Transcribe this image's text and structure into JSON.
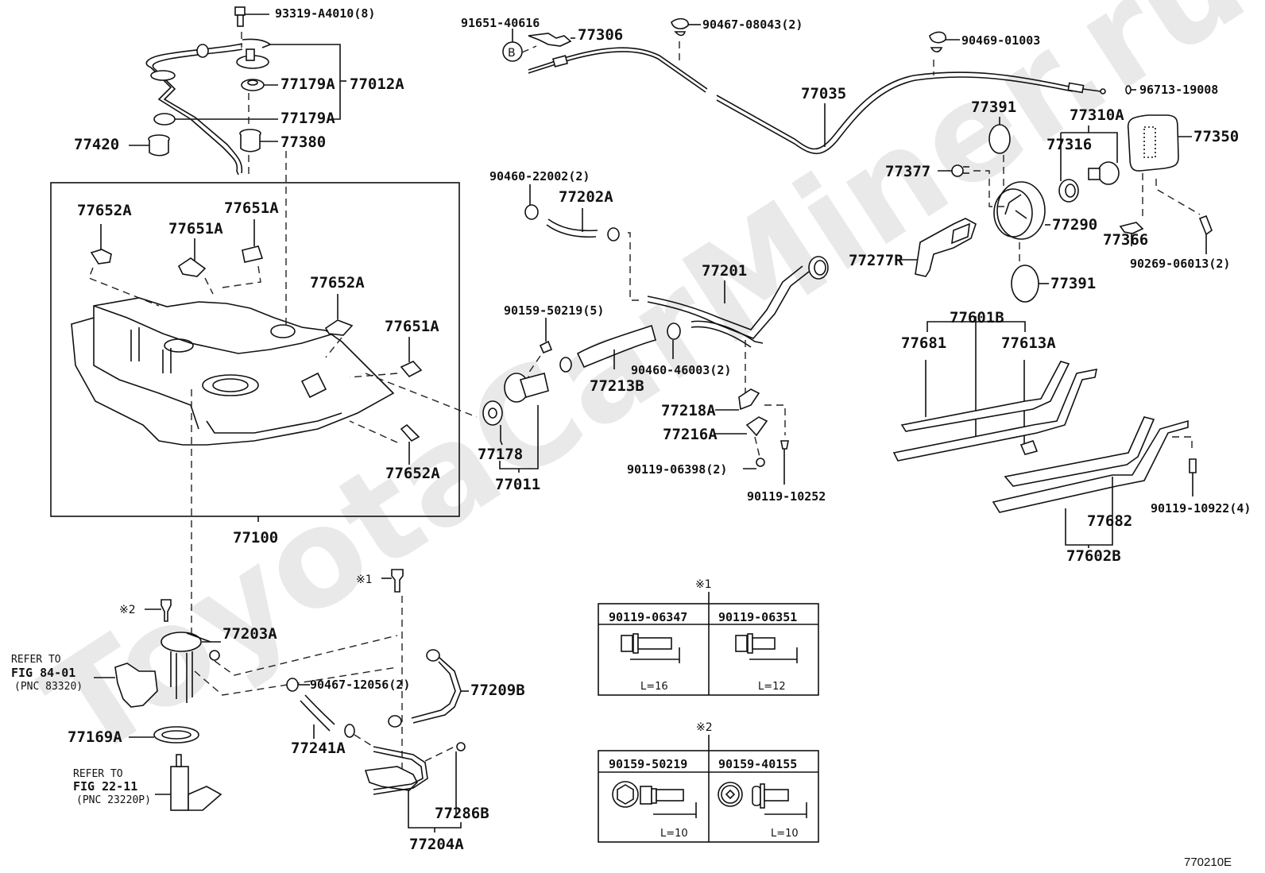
{
  "watermark": "ToyotaCarMiner.ru",
  "figure_code": "770210E",
  "tank_group": {
    "assembly": "77100",
    "pads": [
      "77652A",
      "77651A",
      "77651A",
      "77652A",
      "77651A",
      "77652A"
    ]
  },
  "top_left": {
    "bolt": "93319-A4010(8)",
    "group": "77012A",
    "gasket_upper": "77179A",
    "gasket_lower": "77179A",
    "plug": "77420",
    "cap": "77380"
  },
  "cable": {
    "clip_b_ref": "91651-40616",
    "circle_marker": "B",
    "lever": "77306",
    "clamp_1": "90467-08043(2)",
    "clamp_2": "90469-01003",
    "cable_assy": "77035",
    "end_clip": "96713-19008"
  },
  "filler": {
    "ring_top": "77391",
    "group": "77310A",
    "gasket": "77316",
    "lid": "77350",
    "spring": "77377",
    "base": "77290",
    "hinge": "77366",
    "screw": "90269-06013(2)",
    "protector": "77277R",
    "ring_bottom": "77391"
  },
  "pipe": {
    "clamp_small": "90460-22002(2)",
    "breather_hose": "77202A",
    "filler_pipe": "77201",
    "bolt_5": "90159-50219(5)",
    "hose_main": "77213B",
    "clamp_large": "90460-46003(2)",
    "bracket_1": "77218A",
    "bracket_2": "77216A",
    "bolt_2": "90119-06398(2)",
    "bolt_single": "90119-10252",
    "gasket": "77178",
    "inlet_group": "77011"
  },
  "straps": {
    "group_1": "77601B",
    "strap_1": "77681",
    "bracket": "77613A",
    "strap_2": "77682",
    "group_2": "77602B",
    "bolt": "90119-10922(4)"
  },
  "pump": {
    "note_1": "※2",
    "sender": "77203A",
    "refer_1_line1": "REFER TO",
    "refer_1_line2": "FIG 84-01",
    "refer_1_line3": "(PNC 83320)",
    "gasket": "77169A",
    "refer_2_line1": "REFER TO",
    "refer_2_line2": "FIG 22-11",
    "refer_2_line3": "(PNC 23220P)"
  },
  "vent": {
    "note_1": "※1",
    "clamp": "90467-12056(2)",
    "tube_assy": "77209B",
    "hose": "77241A",
    "protector": "77286B",
    "group": "77204A"
  },
  "bolt_tables": [
    {
      "marker": "※1",
      "columns": [
        {
          "part": "90119-06347",
          "length": "L=16"
        },
        {
          "part": "90119-06351",
          "length": "L=12"
        }
      ]
    },
    {
      "marker": "※2",
      "columns": [
        {
          "part": "90159-50219",
          "length": "L=10"
        },
        {
          "part": "90159-40155",
          "length": "L=10"
        }
      ]
    }
  ]
}
